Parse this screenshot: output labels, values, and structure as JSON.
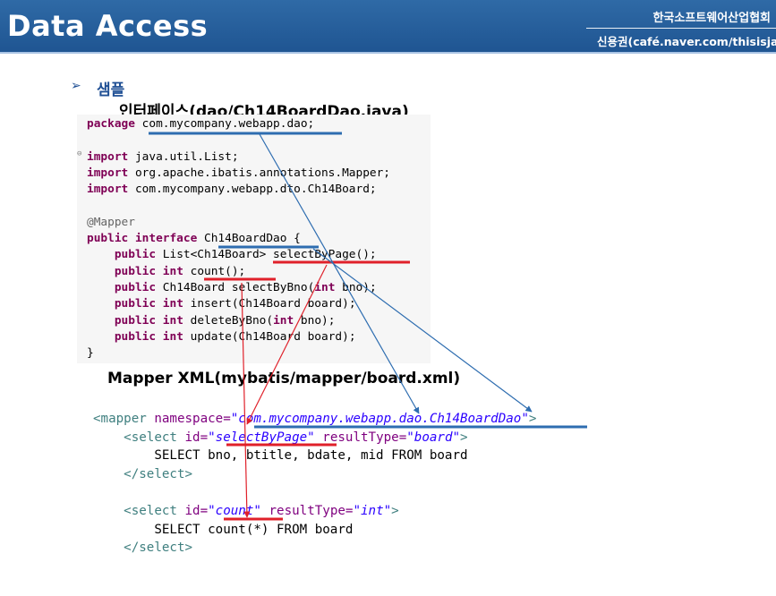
{
  "header": {
    "title": "Data Access",
    "org": "한국소프트웨어산업협회",
    "author": "신용권(café.naver.com/thisisjava)"
  },
  "slide": {
    "bullet": "➢",
    "section": "샘플",
    "java_caption": "인터페이스(dao/Ch14BoardDao.java)",
    "xml_caption": "Mapper XML(mybatis/mapper/board.xml)"
  },
  "java_code": {
    "package_kw": "package",
    "package_name": "com.mycompany.webapp.dao;",
    "import_kw": "import",
    "import_1": "java.util.List;",
    "import_2": "org.apache.ibatis.annotations.Mapper;",
    "import_3": "com.mycompany.webapp.dto.Ch14Board;",
    "annotation": "@Mapper",
    "public_kw": "public",
    "interface_kw": "interface",
    "interface_name": "Ch14BoardDao {",
    "int_kw": "int",
    "method_1": "List<Ch14Board> selectByPage();",
    "method_2": "count();",
    "method_3": "Ch14Board selectByBno(",
    "method_3b": "bno);",
    "method_4": "insert(Ch14Board board);",
    "method_5": "deleteByBno(",
    "method_5b": "bno);",
    "method_6": "update(Ch14Board board);",
    "close_brace": "}"
  },
  "xml_code": {
    "mapper_open": "<mapper",
    "namespace_attr": "namespace=",
    "namespace_val": "\"com.mycompany.webapp.dao.Ch14BoardDao\"",
    "gt": ">",
    "select_open": "<select",
    "id_attr": "id=",
    "id_1": "\"selectByPage\"",
    "result_attr": "resultType=",
    "result_1": "\"board\"",
    "sql_1": "SELECT bno, btitle, bdate, mid FROM board",
    "select_close": "</select>",
    "id_2": "\"count\"",
    "result_2": "\"int\"",
    "sql_2": "SELECT count(*) FROM board"
  },
  "colors": {
    "header_bg": "#2a62a0",
    "blue_underline": "#2e6db0",
    "red_underline": "#e0202a",
    "keyword": "#7f0055",
    "xml_value": "#2a00ff"
  }
}
